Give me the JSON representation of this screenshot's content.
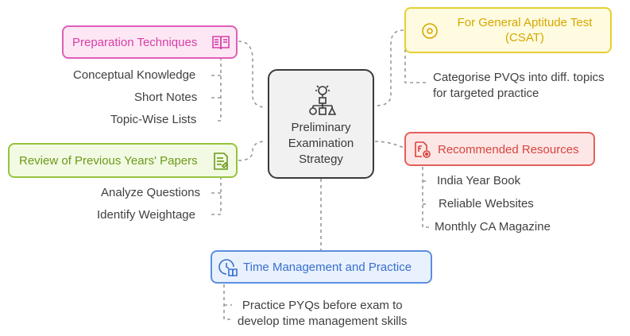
{
  "center": {
    "lines": [
      "Preliminary",
      "Examination",
      "Strategy"
    ]
  },
  "preparation": {
    "title": "Preparation Techniques",
    "items": [
      "Conceptual Knowledge",
      "Short Notes",
      "Topic-Wise Lists"
    ]
  },
  "review": {
    "title": "Review of Previous Years' Papers",
    "items": [
      "Analyze Questions",
      "Identify Weightage"
    ]
  },
  "csat": {
    "title_lines": [
      "For General Aptitude Test",
      "(CSAT)"
    ],
    "note_lines": [
      "Categorise PVQs into diff. topics",
      "for targeted practice"
    ]
  },
  "resources": {
    "title": "Recommended Resources",
    "items": [
      "India Year Book",
      "Reliable Websites",
      "Monthly CA Magazine"
    ]
  },
  "time": {
    "title": "Time Management and Practice",
    "note_lines": [
      "Practice PYQs before exam to",
      "develop time management skills"
    ]
  },
  "colors": {
    "pink": "#e05fb8",
    "yellow": "#e6cf35",
    "green": "#96c43d",
    "red": "#e3605b",
    "blue": "#5b8fe0",
    "center": "#3a3a3a"
  },
  "icons": {
    "center": "strategy-icon",
    "preparation": "book-icon",
    "csat": "target-icon",
    "review": "document-icon",
    "resources": "resource-icon",
    "time": "clock-book-icon"
  }
}
